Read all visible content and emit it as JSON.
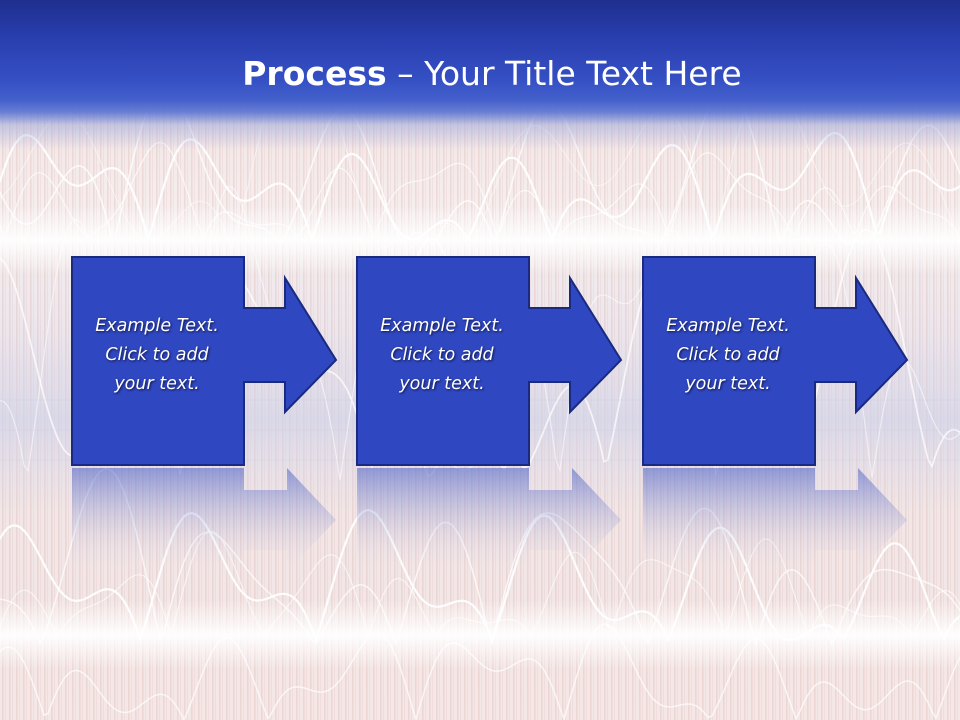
{
  "slide": {
    "title_bold": "Process",
    "title_rest": " – Your Title Text Here"
  },
  "steps": [
    {
      "line1": "Example Text.",
      "line2": "Click  to add",
      "line3": "your text."
    },
    {
      "line1": "Example Text.",
      "line2": "Click  to add",
      "line3": "your text."
    },
    {
      "line1": "Example Text.",
      "line2": "Click  to add",
      "line3": "your text."
    }
  ],
  "colors": {
    "title_bar": "#2a3fb0",
    "box_fill": "#2f47c0",
    "box_border": "#1a2a80",
    "wave_tint": "#e8c4bf"
  }
}
